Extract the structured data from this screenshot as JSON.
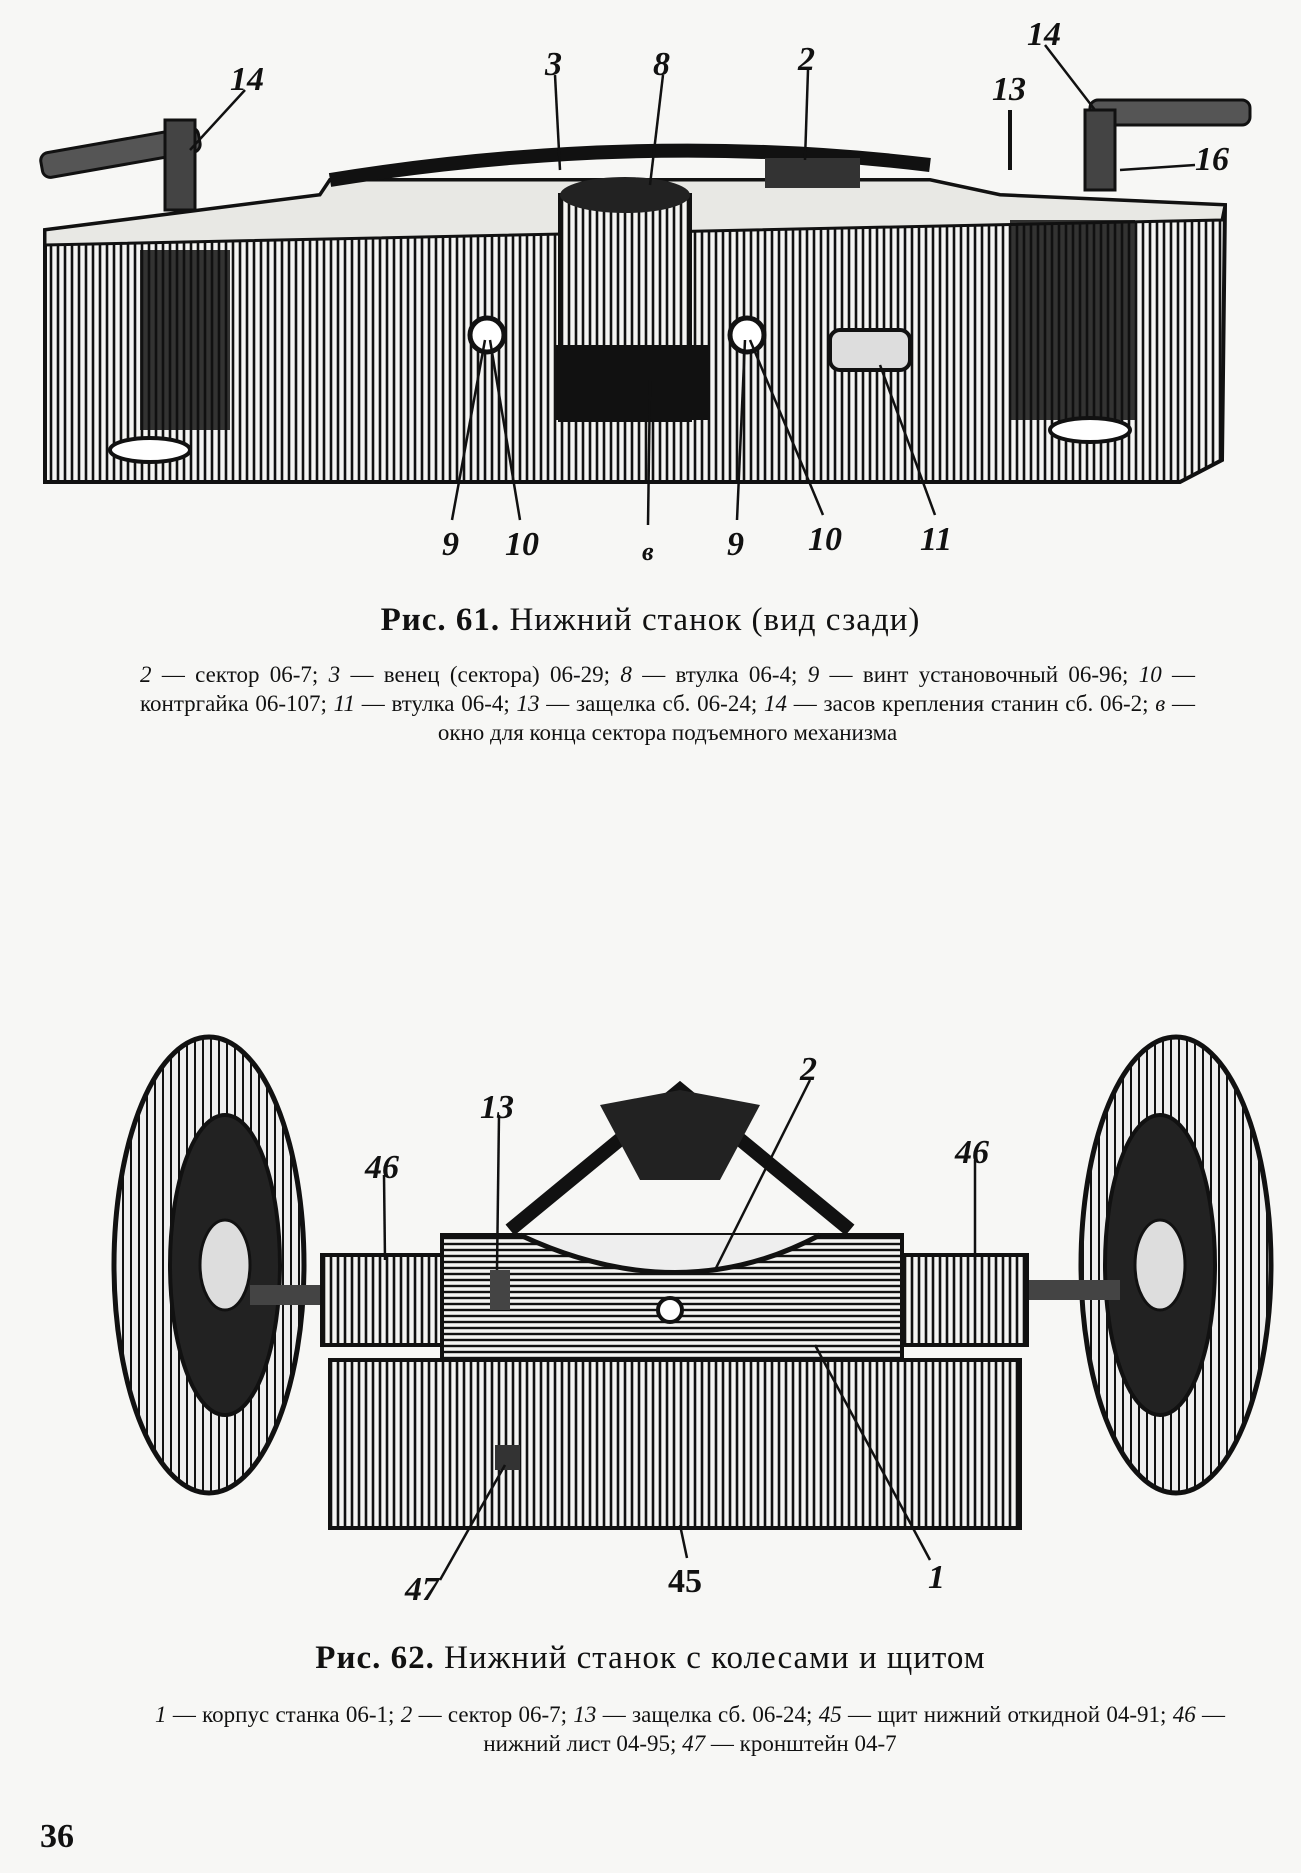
{
  "page_number": "36",
  "figure61": {
    "labels": {
      "l14a": "14",
      "l3": "3",
      "l8": "8",
      "l2": "2",
      "l13": "13",
      "l14b": "14",
      "l16": "16",
      "l9a": "9",
      "l10a": "10",
      "lv": "в",
      "l9b": "9",
      "l10b": "10",
      "l11": "11"
    },
    "title_prefix": "Рис. 61.",
    "title": "Нижний станок (вид сзади)",
    "legend": [
      {
        "num": "2",
        "text": " — сектор 06-7; "
      },
      {
        "num": "3",
        "text": " — венец (сектора) 06-29; "
      },
      {
        "num": "8",
        "text": " — втулка 06-4; "
      },
      {
        "num": "9",
        "text": " — винт установочный 06-96; "
      },
      {
        "num": "10",
        "text": " — контргайка 06-107; "
      },
      {
        "num": "11",
        "text": " — втулка 06-4; "
      },
      {
        "num": "13",
        "text": " — защелка сб. 06-24; "
      },
      {
        "num": "14",
        "text": " — засов крепления станин сб. 06-2; "
      },
      {
        "num": "в",
        "text": " — окно для конца сектора подъемного механизма"
      }
    ]
  },
  "figure62": {
    "labels": {
      "l13": "13",
      "l2": "2",
      "l46a": "46",
      "l46b": "46",
      "l47": "47",
      "l45": "45",
      "l1": "1"
    },
    "title_prefix": "Рис. 62.",
    "title": "Нижний станок с колесами и щитом",
    "legend": [
      {
        "num": "1",
        "text": " — корпус станка 06-1; "
      },
      {
        "num": "2",
        "text": " — сектор 06-7; "
      },
      {
        "num": "13",
        "text": " — защелка сб. 06-24; "
      },
      {
        "num": "45",
        "text": " — щит нижний откидной 04-91; "
      },
      {
        "num": "46",
        "text": " — нижний лист 04-95; "
      },
      {
        "num": "47",
        "text": " — кронштейн 04-7"
      }
    ]
  }
}
